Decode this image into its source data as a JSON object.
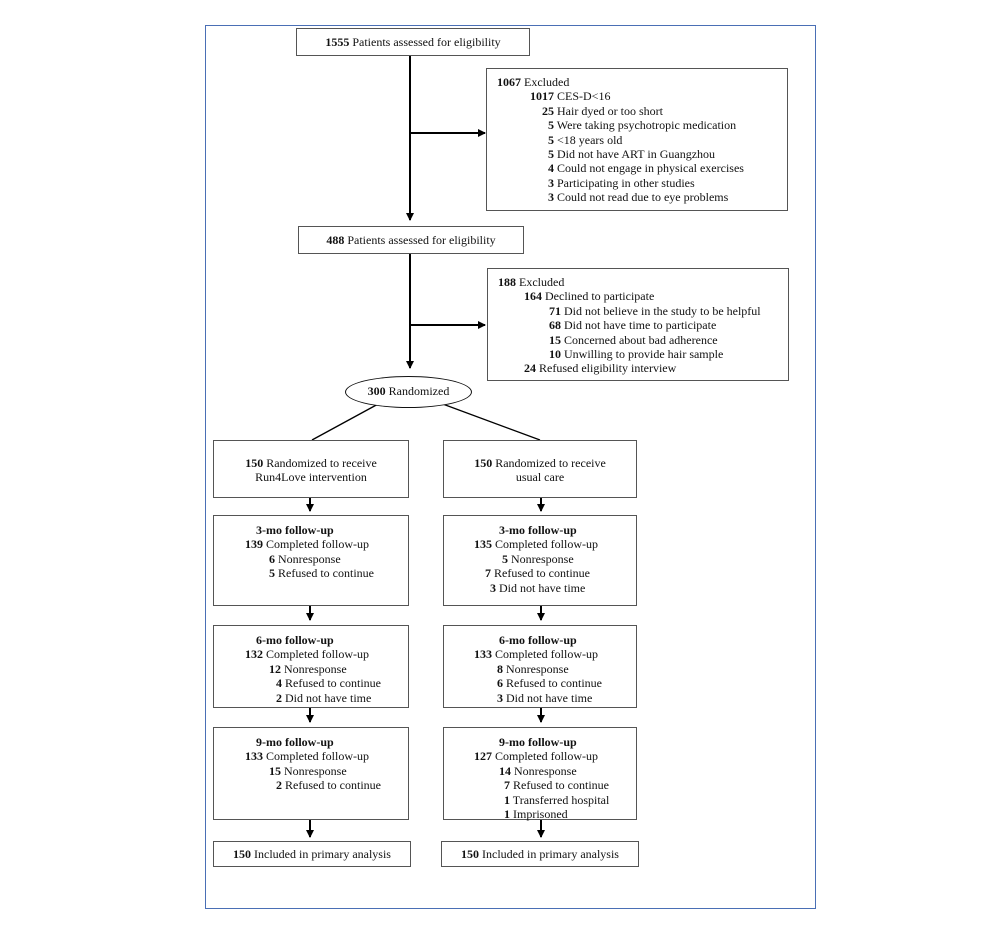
{
  "screening": {
    "assessed1": {
      "n": "1555",
      "label": "Patients assessed for eligibility"
    },
    "excluded1": {
      "lines": [
        {
          "n": "1067",
          "text": "Excluded"
        },
        {
          "n": "1017",
          "text": "CES-D<16"
        },
        {
          "n": "25",
          "text": "Hair dyed or too short"
        },
        {
          "n": "5",
          "text": "Were taking psychotropic medication"
        },
        {
          "n": "5",
          "text": "<18 years old"
        },
        {
          "n": "5",
          "text": "Did not have ART in Guangzhou"
        },
        {
          "n": "4",
          "text": "Could not engage in physical exercises"
        },
        {
          "n": "3",
          "text": "Participating in other studies"
        },
        {
          "n": "3",
          "text": "Could not read due to eye problems"
        }
      ]
    },
    "assessed2": {
      "n": "488",
      "label": "Patients assessed for eligibility"
    },
    "excluded2": {
      "lines": [
        {
          "n": "188",
          "text": "Excluded"
        },
        {
          "n": "164",
          "text": "Declined to participate"
        },
        {
          "n": "71",
          "text": "Did not believe in the study to be helpful"
        },
        {
          "n": "68",
          "text": "Did not have time to participate"
        },
        {
          "n": "15",
          "text": "Concerned about bad adherence"
        },
        {
          "n": "10",
          "text": "Unwilling to provide hair sample"
        },
        {
          "n": "24",
          "text": "Refused eligibility interview"
        }
      ]
    },
    "randomized": {
      "n": "300",
      "label": "Randomized"
    }
  },
  "arms": {
    "intervention": {
      "alloc": {
        "n": "150",
        "line1": "Randomized to receive",
        "line2": "Run4Love intervention"
      },
      "fu3": {
        "title": "3-mo follow-up",
        "lines": [
          {
            "n": "139",
            "text": "Completed follow-up"
          },
          {
            "n": "6",
            "text": "Nonresponse"
          },
          {
            "n": "5",
            "text": "Refused to continue"
          }
        ]
      },
      "fu6": {
        "title": "6-mo follow-up",
        "lines": [
          {
            "n": "132",
            "text": "Completed follow-up"
          },
          {
            "n": "12",
            "text": "Nonresponse"
          },
          {
            "n": "4",
            "text": "Refused to continue"
          },
          {
            "n": "2",
            "text": "Did not have time"
          }
        ]
      },
      "fu9": {
        "title": "9-mo follow-up",
        "lines": [
          {
            "n": "133",
            "text": "Completed follow-up"
          },
          {
            "n": "15",
            "text": "Nonresponse"
          },
          {
            "n": "2",
            "text": "Refused to continue"
          }
        ]
      },
      "analysis": {
        "n": "150",
        "label": "Included in primary analysis"
      }
    },
    "control": {
      "alloc": {
        "n": "150",
        "line1": "Randomized to receive",
        "line2": "usual care"
      },
      "fu3": {
        "title": "3-mo follow-up",
        "lines": [
          {
            "n": "135",
            "text": "Completed follow-up"
          },
          {
            "n": "5",
            "text": "Nonresponse"
          },
          {
            "n": "7",
            "text": "Refused to continue"
          },
          {
            "n": "3",
            "text": "Did not have time"
          }
        ]
      },
      "fu6": {
        "title": "6-mo follow-up",
        "lines": [
          {
            "n": "133",
            "text": "Completed follow-up"
          },
          {
            "n": "8",
            "text": "Nonresponse"
          },
          {
            "n": "6",
            "text": "Refused to continue"
          },
          {
            "n": "3",
            "text": "Did not have time"
          }
        ]
      },
      "fu9": {
        "title": "9-mo follow-up",
        "lines": [
          {
            "n": "127",
            "text": "Completed follow-up"
          },
          {
            "n": "14",
            "text": "Nonresponse"
          },
          {
            "n": "7",
            "text": "Refused to continue"
          },
          {
            "n": "1",
            "text": "Transferred hospital"
          },
          {
            "n": "1",
            "text": "Imprisoned"
          }
        ]
      },
      "analysis": {
        "n": "150",
        "label": "Included in primary analysis"
      }
    }
  }
}
